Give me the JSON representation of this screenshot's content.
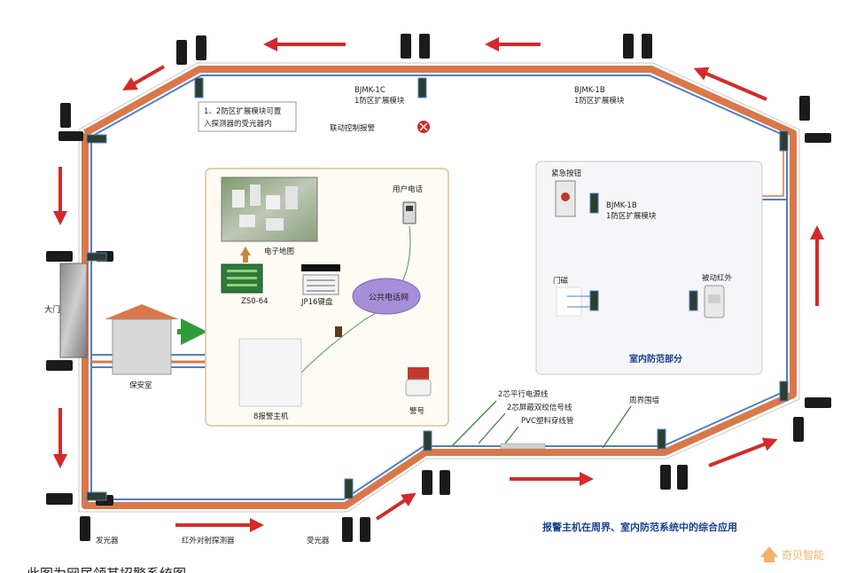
{
  "labels": {
    "gate": "大门",
    "guard_room": "保安室",
    "zone_module_note_1": "1、2防区扩展模块可置",
    "zone_module_note_2": "入探测器的受光器内",
    "module_1c_model": "BJMK-1C",
    "module_1c_desc": "1防区扩展模块",
    "module_1b_top_model": "BJMK-1B",
    "module_1b_top_desc": "1防区扩展模块",
    "linkage_alarm": "联动控制报警",
    "user_phone": "用户电话",
    "electronic_map": "电子地图",
    "board_zs0": "ZS0-64",
    "keyboard": "JP16键盘",
    "public_network": "公共电话网",
    "alarm_host": "8报警主机",
    "siren": "警号",
    "emergency_button": "紧急按钮",
    "module_1b_indoor_model": "BJMK-1B",
    "module_1b_indoor_desc": "1防区扩展模块",
    "door_contact": "门磁",
    "passive_ir": "被动红外",
    "indoor_section": "室内防范部分",
    "bus_two_core": "2芯平行电源线",
    "bus_shielded": "2芯屏蔽双绞信号线",
    "bus_pvc": "PVC塑料穿线管",
    "perimeter_wall": "周界围墙",
    "emitter": "发光器",
    "ir_detector": "红外对射探测器",
    "receiver": "受光器",
    "caption": "报警主机在周界、室内防范系统中的综合应用",
    "watermark": "奇贝智能",
    "footer_text": "此图为网居领其招警系统图"
  },
  "colors": {
    "cable_orange": "#d9784a",
    "cable_blue": "#4f7fc4",
    "arrow_red": "#d42a2a",
    "panel_border": "#d8c39a",
    "panel_fill": "#fdfbf4",
    "network_bubble": "#a58fd8",
    "caption_blue": "#1a3f8f"
  },
  "icons": {
    "detector_pair": "ir-detector-icon",
    "module": "zone-module-icon",
    "alarm_led": "alarm-indicator-icon",
    "map_photo": "city-map-icon",
    "phone": "telephone-icon",
    "siren": "siren-icon",
    "button": "emergency-button-icon",
    "pir": "pir-sensor-icon"
  }
}
